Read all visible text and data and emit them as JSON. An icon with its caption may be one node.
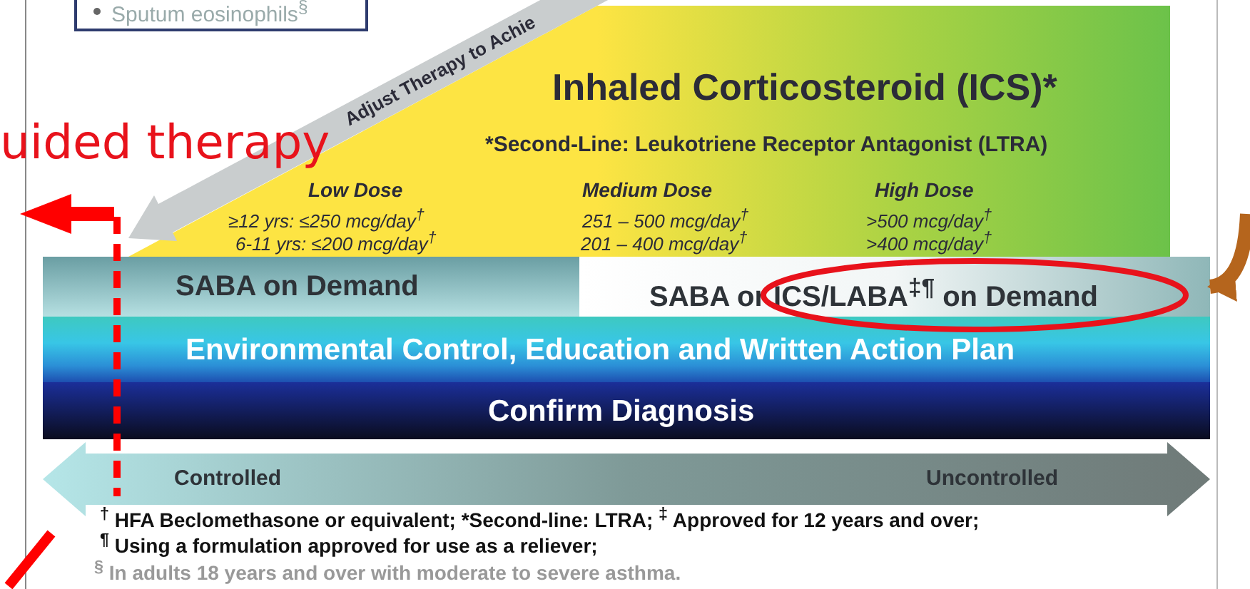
{
  "diagram": {
    "nodes": [
      {
        "text": [
          "Sputum eosinophils$^{§}$"
        ]
      },
      {
        "text": [
          "Inhaled Corticosteroid (ICS)*",
          "*Second-Line: Leukotriene Receptor Antagonist (LTRA)",
          "Low Dose",
          "≥12 yrs: ≤250 mcg/day$^{†}$",
          "6-11 yrs: ≤200 mcg/day$^{†}$",
          "Medium Dose",
          "251 – 500 mcg/day$^{†}$",
          "201 – 400 mcg/day$^{†}$",
          "High Dose",
          ">500 mcg/day$^{†}$",
          ">400 mcg/day$^{†}$"
        ]
      },
      {
        "text": [
          "SABA on Demand"
        ]
      },
      {
        "text": [
          "SABA or ICS/LABA$^{‡¶}$ on Demand"
        ]
      },
      {
        "text": [
          "Environmental Control, Education and Written Action Plan"
        ]
      },
      {
        "text": [
          "Confirm Diagnosis"
        ]
      },
      {
        "text": [
          "Controlled",
          "Uncontrolled"
        ]
      }
    ],
    "edges": [
      {
        "from": null,
        "to": 3,
        "arrow": "to",
        "color": "#b5651d"
      }
    ],
    "labels": [
      "Adjust Therapy to Achie",
      "uided therapy",
      "$^{†}$ HFA Beclomethasone or equivalent; *Second-line: LTRA; $^{‡}$ Approved for 12 years and over;",
      "$^{¶}$ Using a formulation approved for use as a reliever;",
      "$^{§}$ In adults 18 years and over with moderate to severe asthma."
    ]
  }
}
